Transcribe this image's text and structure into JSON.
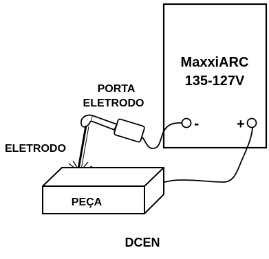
{
  "machine": {
    "brand": "MaxxiARC",
    "model": "135-127V",
    "negative_terminal": "-",
    "positive_terminal": "+"
  },
  "labels": {
    "electrode_holder_line1": "PORTA",
    "electrode_holder_line2": "ELETRODO",
    "electrode": "ELETRODO",
    "workpiece": "PEÇA",
    "polarity": "DCEN"
  }
}
